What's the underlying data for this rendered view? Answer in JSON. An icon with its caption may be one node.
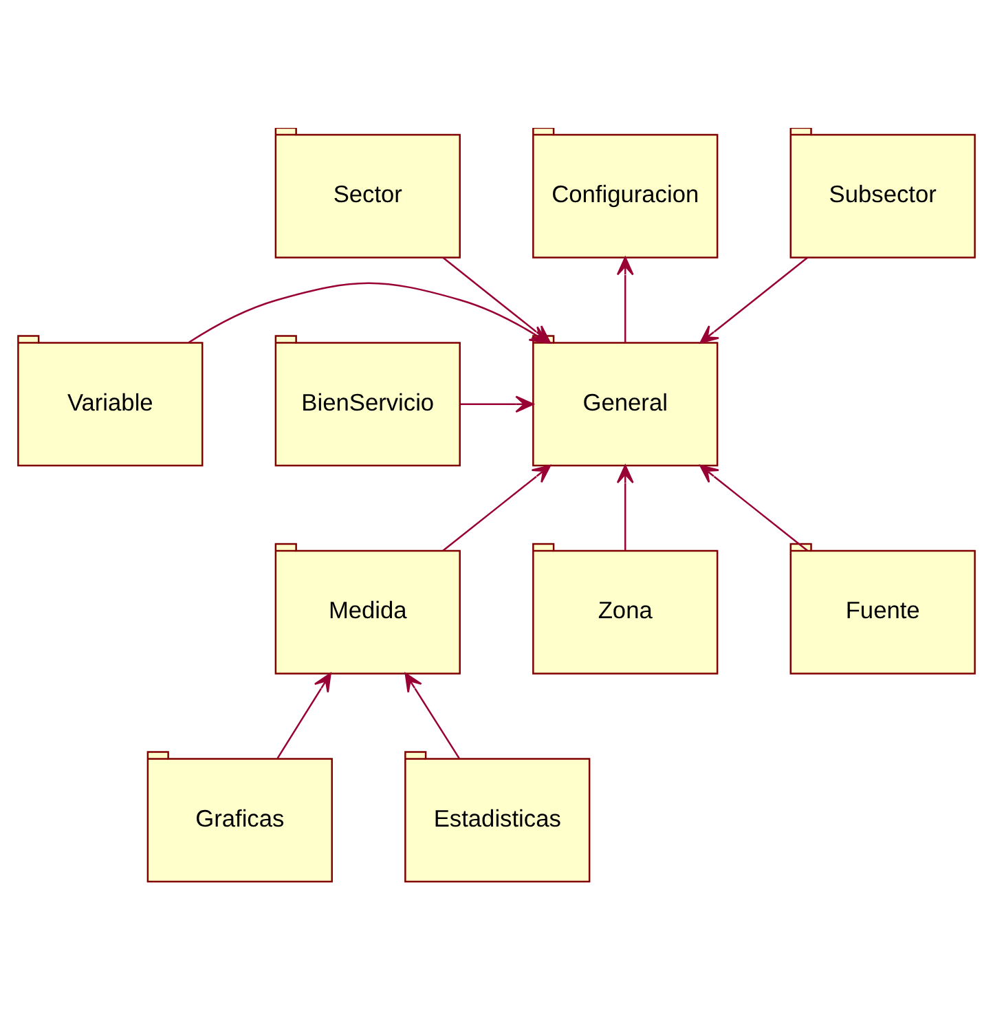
{
  "diagram": {
    "nodes": [
      {
        "text": [
          "Sector"
        ]
      },
      {
        "text": [
          "Configuracion"
        ]
      },
      {
        "text": [
          "Subsector"
        ]
      },
      {
        "text": [
          "Variable"
        ]
      },
      {
        "text": [
          "General"
        ]
      },
      {
        "text": [
          "BienServicio"
        ]
      },
      {
        "text": [
          "Medida"
        ]
      },
      {
        "text": [
          "Zona"
        ]
      },
      {
        "text": [
          "Fuente"
        ]
      },
      {
        "text": [
          "Graficas"
        ]
      },
      {
        "text": [
          "Estadisticas"
        ]
      }
    ],
    "edges": [
      {
        "from": 4,
        "to": 1,
        "arrow": "to"
      },
      {
        "from": 0,
        "to": 4,
        "arrow": "to"
      },
      {
        "from": 2,
        "to": 4,
        "arrow": "to"
      },
      {
        "from": 3,
        "to": 4,
        "arrow": "to"
      },
      {
        "from": 5,
        "to": 4,
        "arrow": "to"
      },
      {
        "from": 6,
        "to": 4,
        "arrow": "to"
      },
      {
        "from": 7,
        "to": 4,
        "arrow": "to"
      },
      {
        "from": 8,
        "to": 4,
        "arrow": "to"
      },
      {
        "from": 9,
        "to": 6,
        "arrow": "to"
      },
      {
        "from": 10,
        "to": 6,
        "arrow": "to"
      }
    ]
  }
}
